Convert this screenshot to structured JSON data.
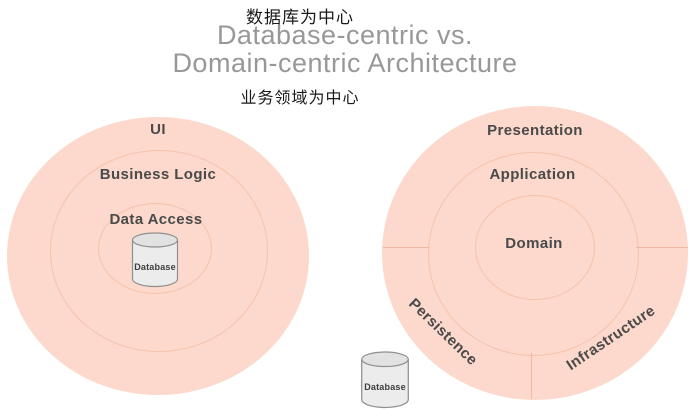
{
  "titles": {
    "chinese_top": "数据库为中心",
    "main_line1": "Database-centric vs.",
    "main_line2": "Domain-centric Architecture",
    "chinese_bottom": "业务领域为中心"
  },
  "left_diagram": {
    "name": "database-centric-architecture",
    "rings": [
      "UI",
      "Business Logic",
      "Data Access"
    ],
    "database_label": "Database"
  },
  "right_diagram": {
    "name": "domain-centric-architecture",
    "rings": [
      "Presentation",
      "Application",
      "Domain"
    ],
    "outer_sections": [
      "Persistence",
      "Infrastructure"
    ],
    "database_label": "Database"
  },
  "colors": {
    "circle_fill": "#fcd9cc",
    "ring_border": "#f6c2ac",
    "divider_line": "#f1b8a1",
    "ring_label_text": "#4a4a4a",
    "title_gray": "#989898",
    "chinese_text": "#1a1a1a",
    "cylinder_fill": "#ececec",
    "cylinder_top_fill": "#e2e2e2",
    "cylinder_border": "#8f8f8f",
    "cylinder_text": "#3d3d3d"
  }
}
